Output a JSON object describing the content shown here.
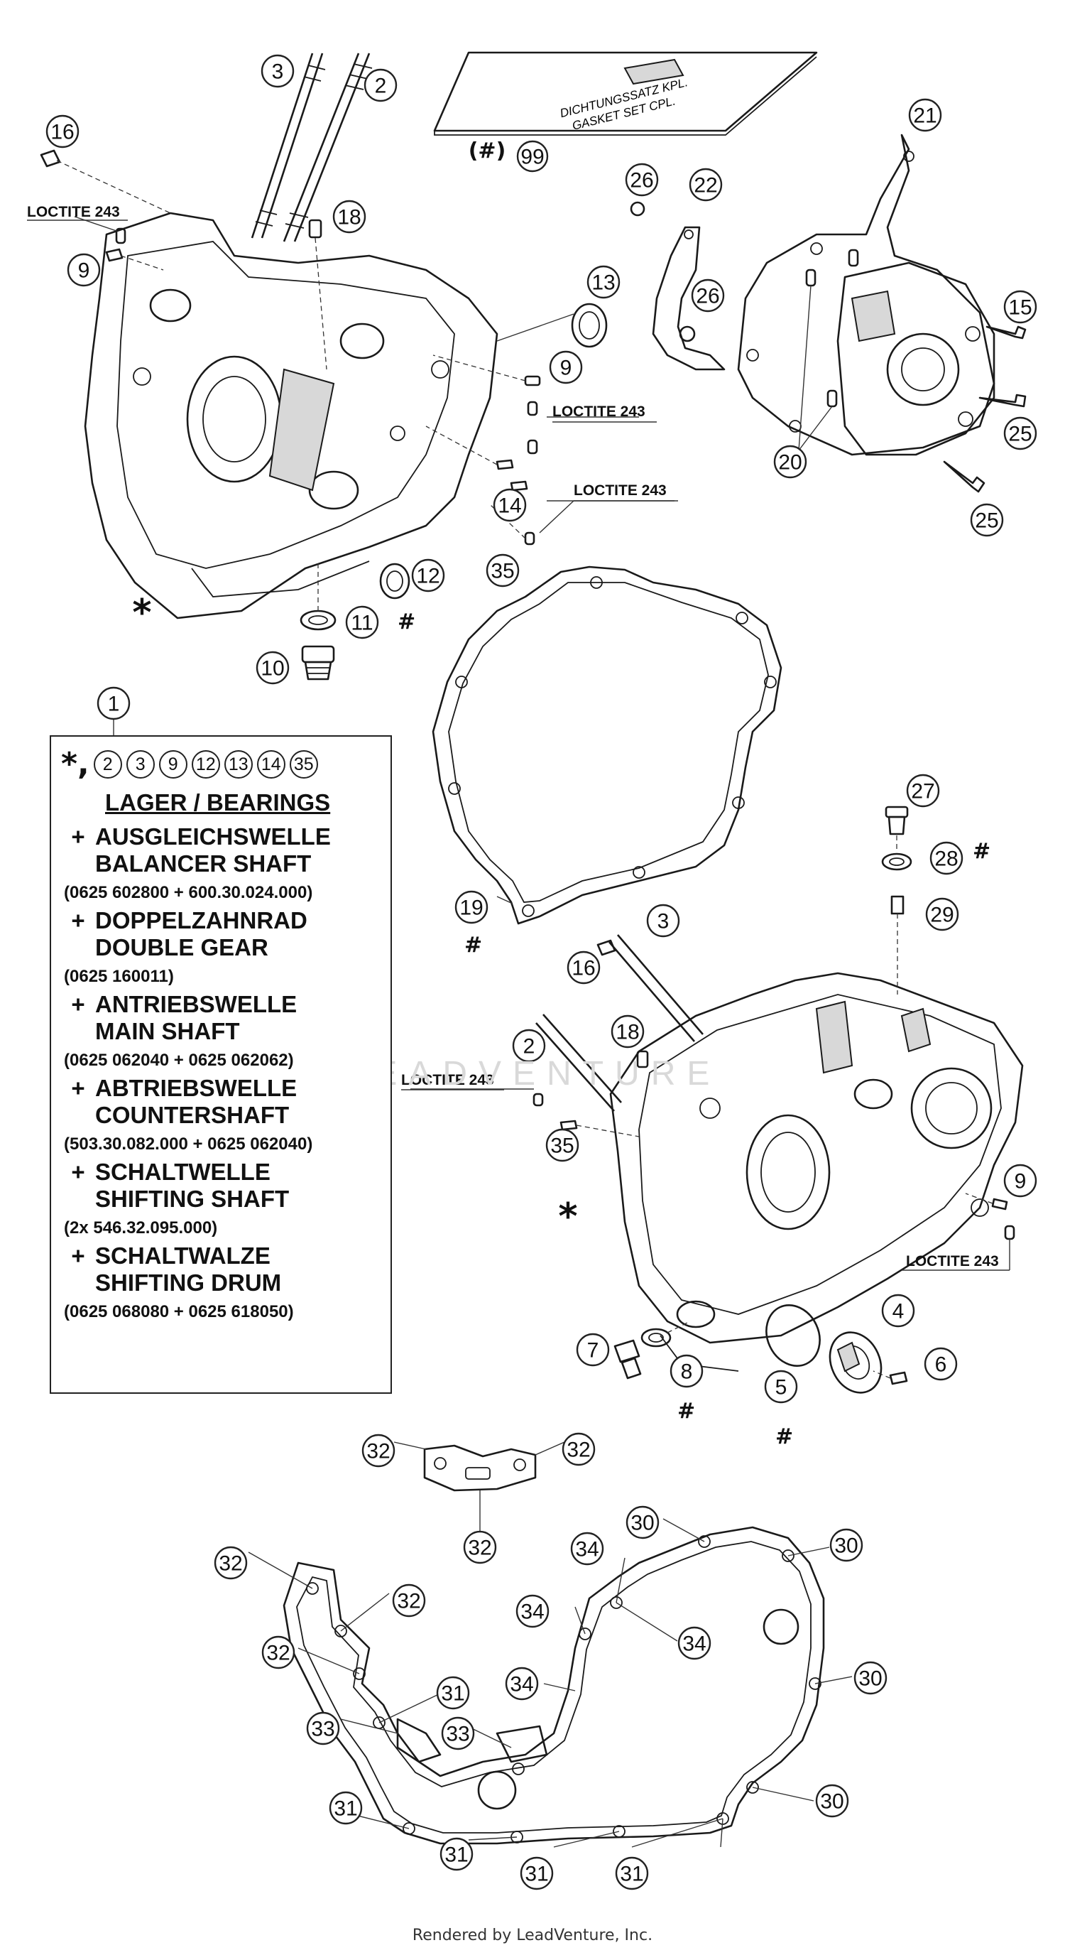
{
  "gasket_kit": {
    "line1": "DICHTUNGSSATZ KPL.",
    "line2": "GASKET SET CPL.",
    "ref_prefix": "(#)",
    "ref": "99"
  },
  "loctite_label": "LOCTITE 243",
  "watermark": "LEADVENTURE",
  "caption": "Rendered by LeadVenture, Inc.",
  "callouts": [
    "1",
    "2",
    "3",
    "4",
    "5",
    "6",
    "7",
    "8",
    "9",
    "10",
    "11",
    "12",
    "13",
    "14",
    "15",
    "16",
    "18",
    "19",
    "20",
    "21",
    "22",
    "25",
    "26",
    "27",
    "28",
    "29",
    "30",
    "31",
    "32",
    "33",
    "34",
    "35"
  ],
  "legend": {
    "refs": [
      "2",
      "3",
      "9",
      "12",
      "13",
      "14",
      "35"
    ],
    "heading": "LAGER / BEARINGS",
    "entries": [
      {
        "de": "AUSGLEICHSWELLE",
        "en": "BALANCER SHAFT",
        "nums": "(0625 602800 + 600.30.024.000)"
      },
      {
        "de": "DOPPELZAHNRAD",
        "en": "DOUBLE GEAR",
        "nums": "(0625 160011)"
      },
      {
        "de": "ANTRIEBSWELLE",
        "en": "MAIN SHAFT",
        "nums": "(0625 062040 + 0625 062062)"
      },
      {
        "de": "ABTRIEBSWELLE",
        "en": "COUNTERSHAFT",
        "nums": "(503.30.082.000 + 0625 062040)"
      },
      {
        "de": "SCHALTWELLE",
        "en": "SHIFTING SHAFT",
        "nums": "(2x  546.32.095.000)"
      },
      {
        "de": "SCHALTWALZE",
        "en": "SHIFTING DRUM",
        "nums": "(0625 068080 + 0625 618050)"
      }
    ]
  }
}
